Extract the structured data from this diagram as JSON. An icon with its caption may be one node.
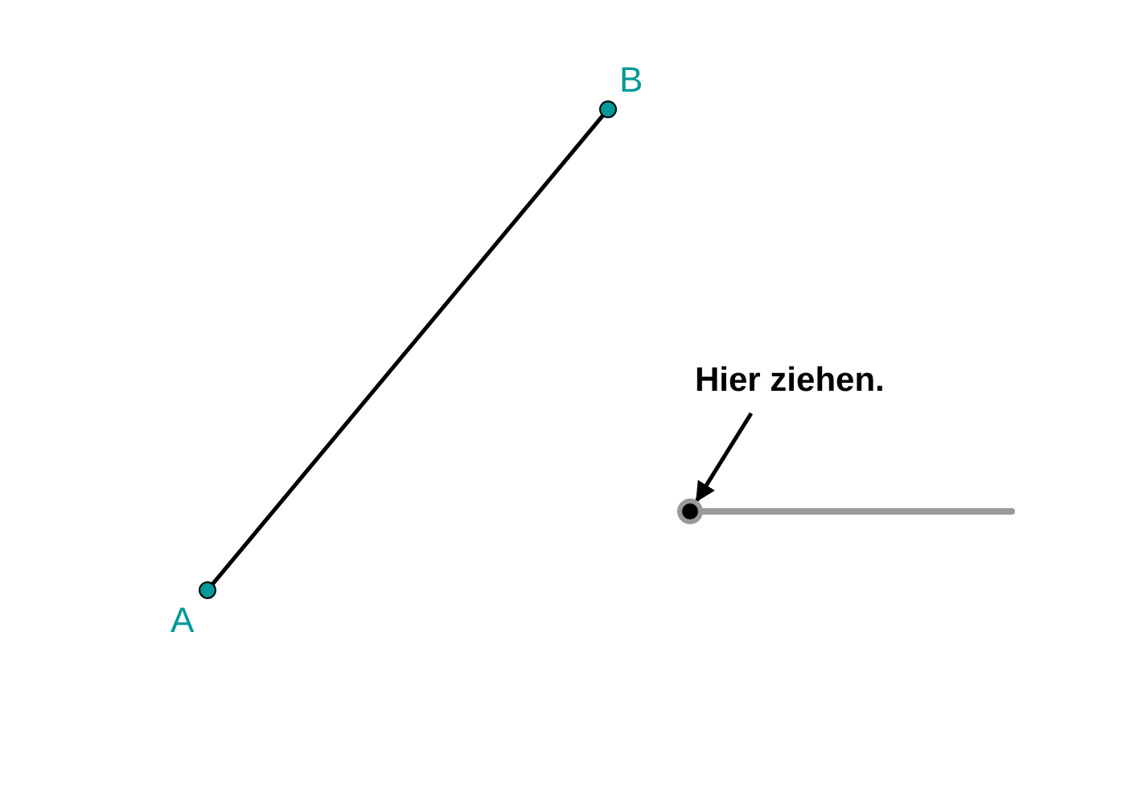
{
  "diagram": {
    "nodes": [
      {
        "text": [
          "A"
        ]
      },
      {
        "text": [
          "B"
        ]
      },
      {
        "text": [
          "Hier ziehen."
        ]
      },
      {
        "text": [],
        "shape": "circle"
      }
    ],
    "edges": [
      {
        "from": 0,
        "to": 1,
        "arrow": "none"
      },
      {
        "from": 2,
        "to": 3,
        "arrow": "to"
      }
    ]
  }
}
